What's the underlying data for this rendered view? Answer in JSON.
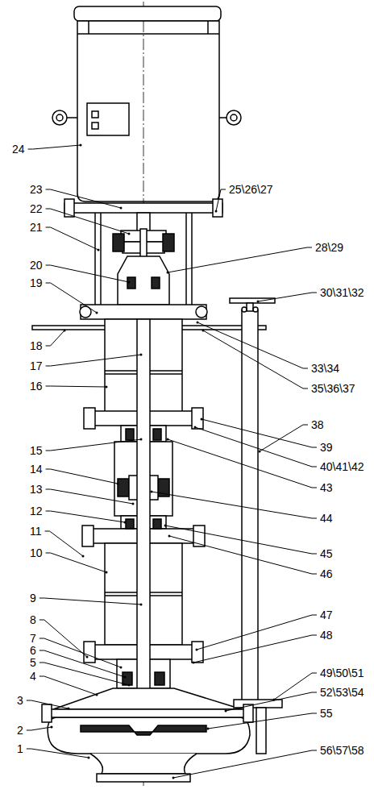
{
  "diagram": {
    "labels": [
      "24",
      "25\\26\\27",
      "23",
      "22",
      "21",
      "28\\29",
      "20",
      "30\\31\\32",
      "19",
      "18",
      "17",
      "33\\34",
      "16",
      "35\\36\\37",
      "38",
      "39",
      "15",
      "40\\41\\42",
      "14",
      "43",
      "13",
      "44",
      "12",
      "45",
      "11",
      "46",
      "10",
      "47",
      "9",
      "48",
      "8",
      "7",
      "6",
      "5",
      "4",
      "49\\50\\51",
      "3",
      "52\\53\\54",
      "2",
      "55",
      "1",
      "56\\57\\58"
    ]
  }
}
